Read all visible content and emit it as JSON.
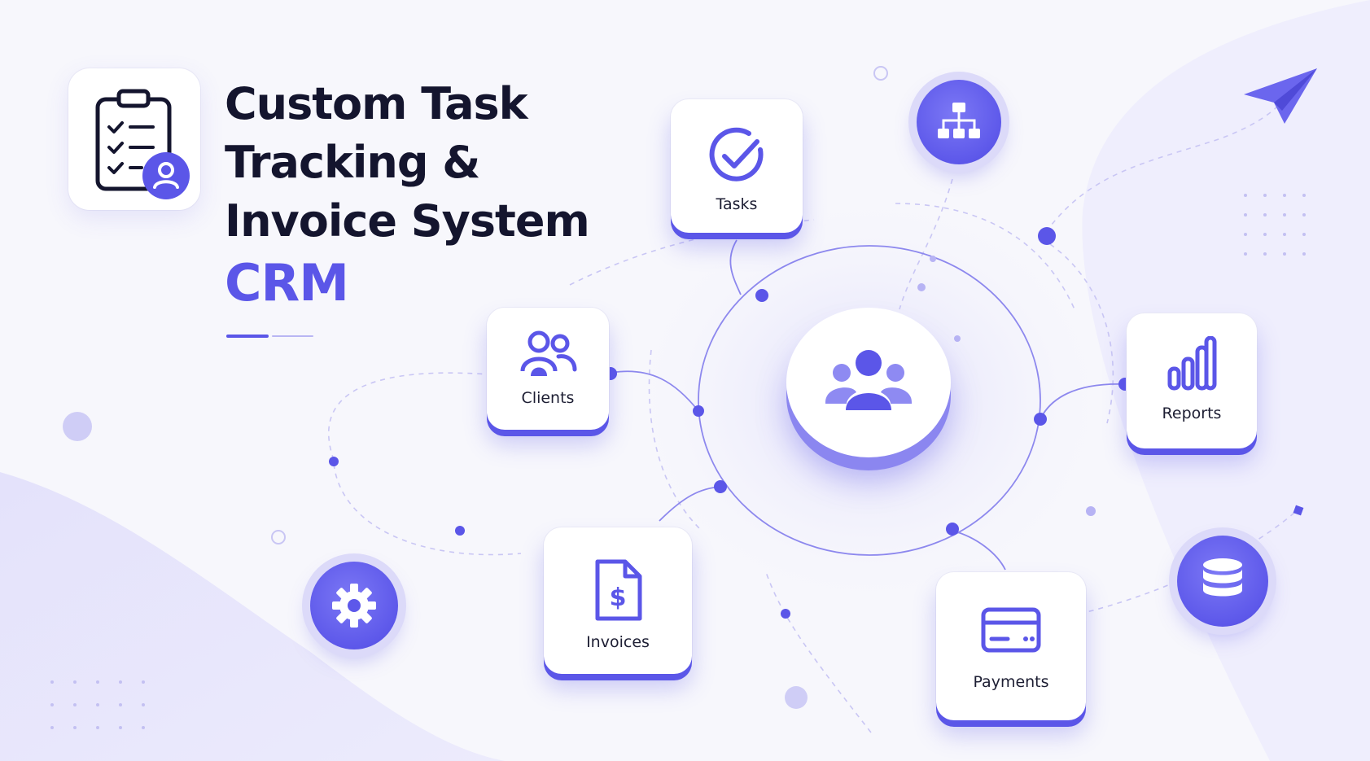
{
  "title": {
    "line1": "Custom Task",
    "line2": "Tracking &",
    "line3": "Invoice System",
    "accent": "CRM"
  },
  "logo": {
    "icons": [
      "clipboard-checklist-icon",
      "user-avatar-icon"
    ]
  },
  "center_hub": {
    "icon": "team-group-icon"
  },
  "modules": [
    {
      "label": "Tasks",
      "icon": "check-circle-icon"
    },
    {
      "label": "Clients",
      "icon": "users-icon"
    },
    {
      "label": "Invoices",
      "icon": "invoice-dollar-icon"
    },
    {
      "label": "Payments",
      "icon": "credit-card-icon"
    },
    {
      "label": "Reports",
      "icon": "bar-chart-icon"
    }
  ],
  "orbs": [
    {
      "icon": "hierarchy-icon"
    },
    {
      "icon": "gear-icon"
    },
    {
      "icon": "database-icon"
    }
  ],
  "decor": {
    "icon": "paper-plane-icon"
  },
  "colors": {
    "accent": "#5b56e8",
    "accent_light": "#b9b6f3",
    "text_dark": "#14152e",
    "background": "#f7f7fc"
  }
}
